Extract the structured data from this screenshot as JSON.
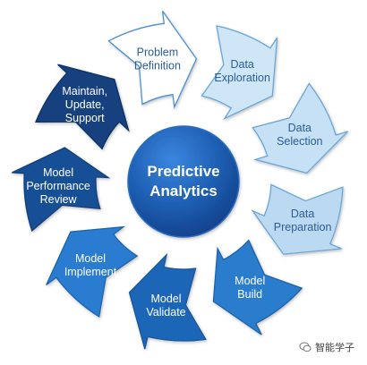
{
  "diagram": {
    "center": {
      "lines": [
        "Predictive",
        "Analytics"
      ]
    },
    "steps": [
      {
        "lines": [
          "Problem",
          "Definition"
        ],
        "fill": "#ffffff",
        "stroke": "#4d8fd0",
        "text": "#2a5d9a"
      },
      {
        "lines": [
          "Data",
          "Exploration"
        ],
        "fill": "#cfe6f7",
        "stroke": "#6aa6d9",
        "text": "#2a5d9a"
      },
      {
        "lines": [
          "Data",
          "Selection"
        ],
        "fill": "#c6e0f5",
        "stroke": "#6aa6d9",
        "text": "#2a5d9a"
      },
      {
        "lines": [
          "Data",
          "Preparation"
        ],
        "fill": "#bcd9f2",
        "stroke": "#6aa6d9",
        "text": "#2a5d9a"
      },
      {
        "lines": [
          "Model",
          "Build"
        ],
        "fill": "#2b7ccc",
        "stroke": "#1f63aa",
        "text": "#ffffff"
      },
      {
        "lines": [
          "Model",
          "Validate"
        ],
        "fill": "#1e66b8",
        "stroke": "#1a5699",
        "text": "#ffffff"
      },
      {
        "lines": [
          "Model",
          "Implement"
        ],
        "fill": "#2a7cd0",
        "stroke": "#1f63aa",
        "text": "#ffffff"
      },
      {
        "lines": [
          "Model",
          "Performance",
          "Review"
        ],
        "fill": "#174f95",
        "stroke": "#123f78",
        "text": "#ffffff"
      },
      {
        "lines": [
          "Maintain,",
          "Update,",
          "Support"
        ],
        "fill": "#123f7e",
        "stroke": "#0f3366",
        "text": "#ffffff"
      }
    ],
    "colors": {
      "center_top": "#2d78d2",
      "center_bottom": "#123f88"
    }
  },
  "watermark": {
    "text": "智能学子",
    "icon": "wechat-icon"
  }
}
